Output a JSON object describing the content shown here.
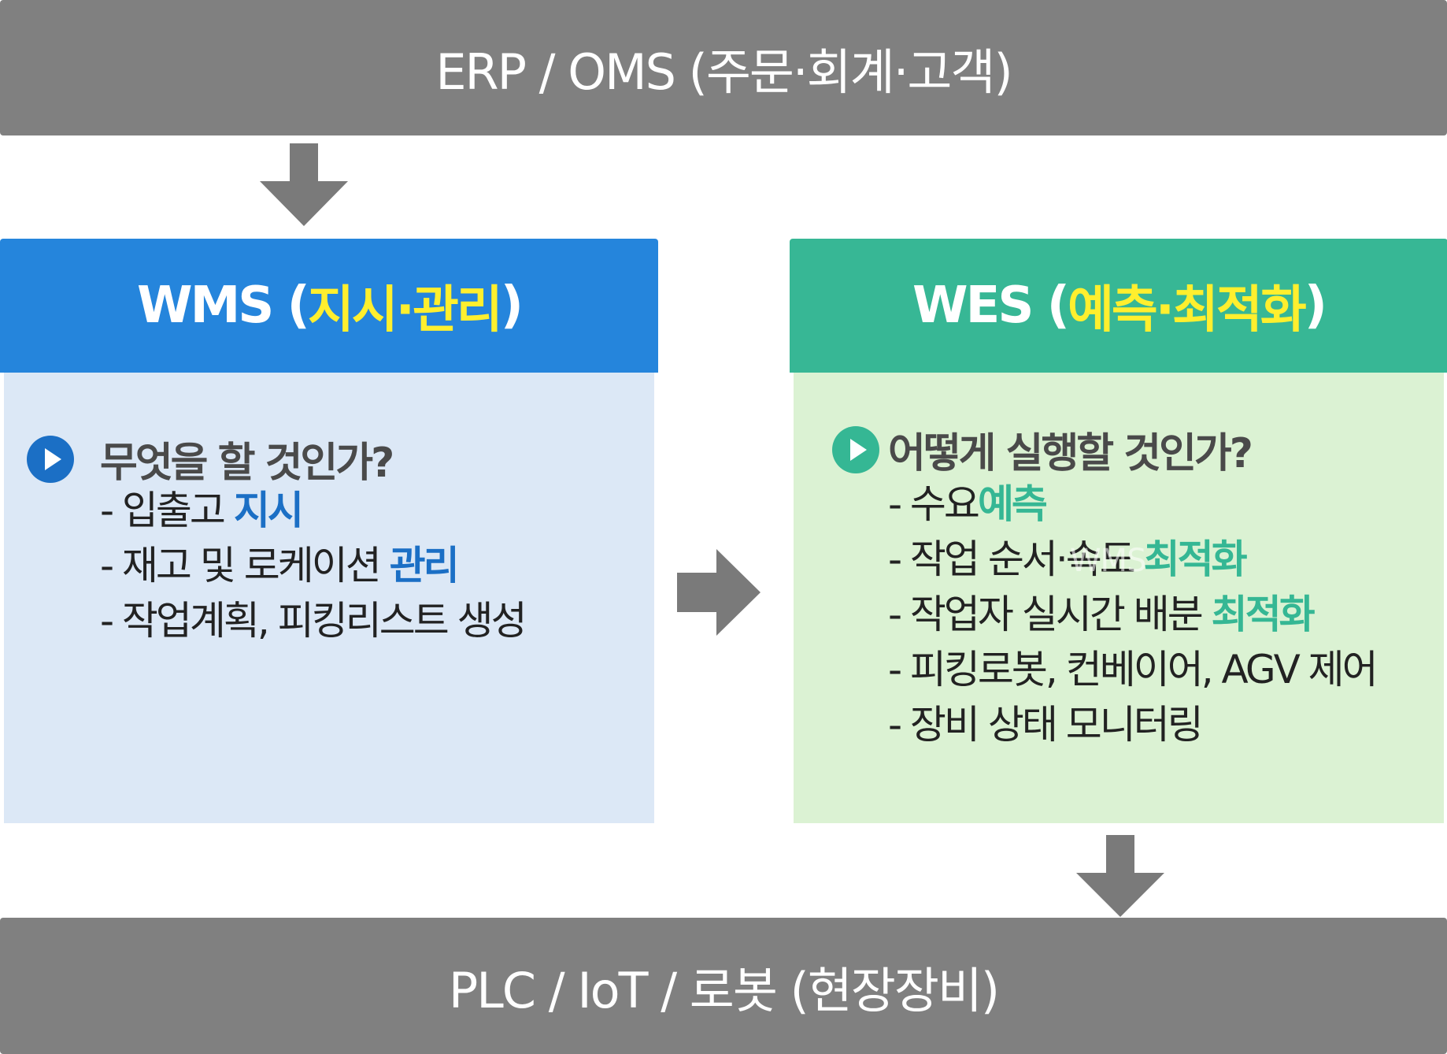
{
  "colors": {
    "bar_gray": "#808080",
    "wms_blue": "#2585dc",
    "wms_body": "#dce8f6",
    "wes_green": "#37b795",
    "wes_body": "#dbf2d3",
    "title_highlight": "#ffef2e",
    "arrow_gray": "#7a7a7a"
  },
  "top_bar": {
    "label": "ERP / OMS (주문·회계·고객)"
  },
  "wms": {
    "title_prefix": "WMS (",
    "title_highlight": "지시·관리",
    "title_suffix": ")",
    "icon": "play-circle-icon",
    "question": "무엇을 할 것인가?",
    "items": [
      {
        "text": "- 입출고 ",
        "highlight": "지시"
      },
      {
        "text": "- 재고 및 로케이션 ",
        "highlight": "관리"
      },
      {
        "text": "- 작업계획, 피킹리스트 생성",
        "highlight": ""
      }
    ]
  },
  "wes": {
    "title_prefix": "WES (",
    "title_highlight": "예측·최적화",
    "title_suffix": ")",
    "icon": "play-circle-icon",
    "question": "어떻게 실행할 것인가?",
    "items": [
      {
        "text": "- 수요",
        "highlight": "예측"
      },
      {
        "text": "- 작업 순서·속도 ",
        "highlight": "최적화"
      },
      {
        "text": "- 작업자 실시간 배분 ",
        "highlight": "최적화"
      },
      {
        "text": "- 피킹로봇, 컨베이어, AGV 제어",
        "highlight": ""
      },
      {
        "text": "- 장비 상태 모니터링",
        "highlight": ""
      }
    ],
    "watermark": "WMS"
  },
  "bottom_bar": {
    "label": "PLC / IoT / 로봇 (현장장비)"
  }
}
